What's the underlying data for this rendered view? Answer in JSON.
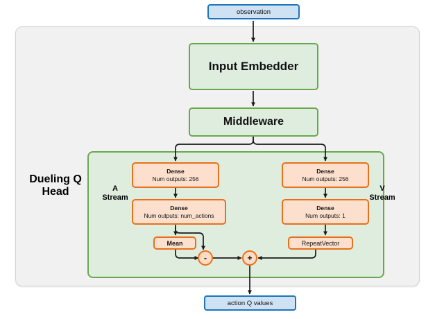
{
  "diagram": {
    "title_label": "Dueling Q Head",
    "input_node": {
      "label": "observation"
    },
    "output_node": {
      "label": "action Q values"
    },
    "blocks": [
      {
        "id": "input-embedder",
        "label": "Input Embedder"
      },
      {
        "id": "middleware",
        "label": "Middleware"
      }
    ],
    "streams": {
      "advantage": {
        "name_line1": "A",
        "name_line2": "Stream",
        "dense1_title": "Dense",
        "dense1_sub": "Num outputs: 256",
        "dense2_title": "Dense",
        "dense2_sub": "Num outputs: num_actions",
        "mean_label": "Mean",
        "operator": "-"
      },
      "value": {
        "name_line1": "V",
        "name_line2": "Stream",
        "dense1_title": "Dense",
        "dense1_sub": "Num outputs: 256",
        "dense2_title": "Dense",
        "dense2_sub": "Num outputs: 1",
        "repeat_label": "RepeatVector",
        "operator": "+"
      }
    },
    "colors": {
      "io_fill": "#cfe2f3",
      "io_stroke": "#1c75bc",
      "green_fill": "#dfeddf",
      "green_stroke": "#6aa84f",
      "orange_fill": "#fce0cd",
      "orange_stroke": "#e8701a",
      "container_fill": "#f1f1f1",
      "container_stroke": "#d4d4d4",
      "arrow": "#1a1a1a"
    }
  }
}
